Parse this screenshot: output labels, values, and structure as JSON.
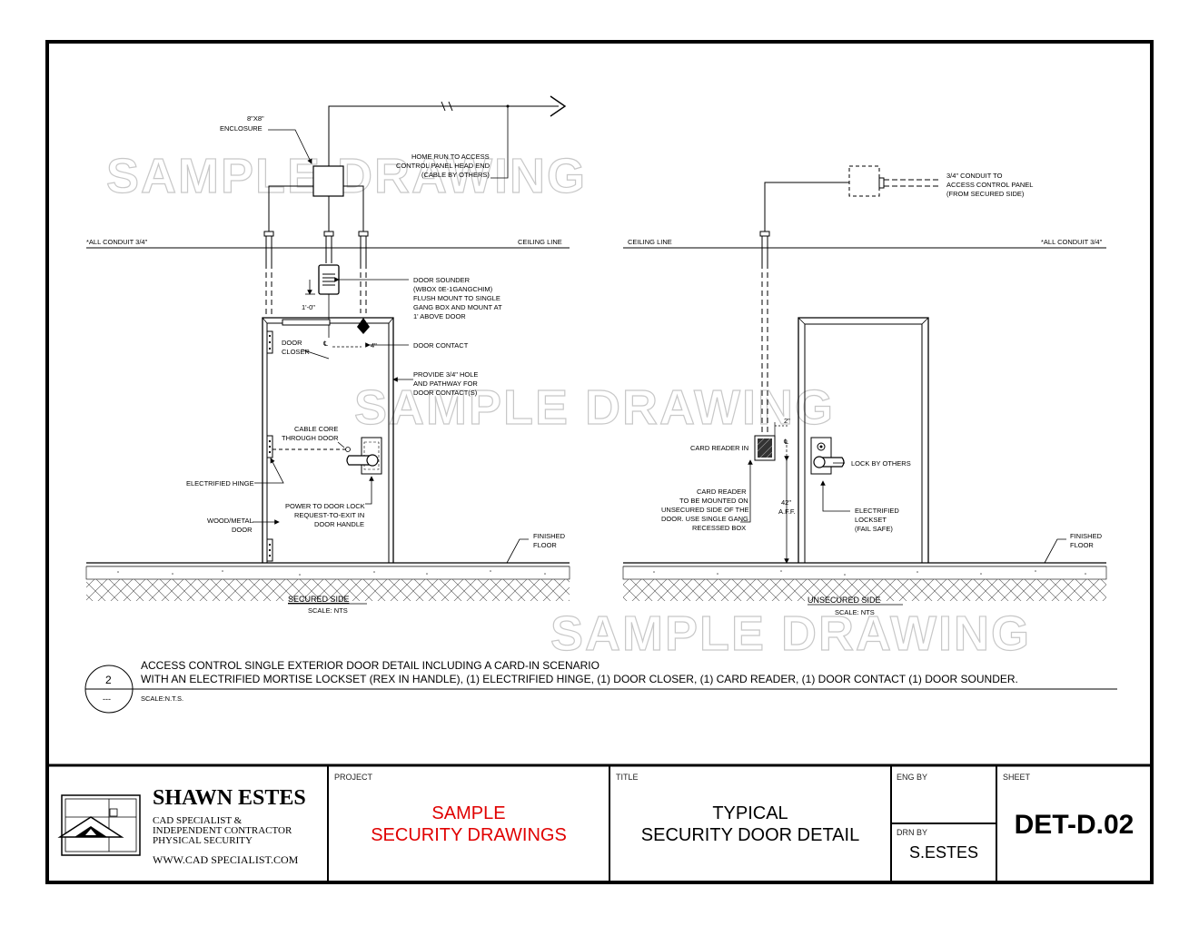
{
  "watermark": "SAMPLE DRAWING",
  "secured": {
    "conduit_note": "*ALL CONDUIT 3/4\"",
    "ceiling_line": "CEILING LINE",
    "enclosure": [
      "8\"X8\"",
      "ENCLOSURE"
    ],
    "home_run": [
      "HOME RUN TO ACCESS",
      "CONTROL PANEL HEAD END",
      "(CABLE BY OTHERS)"
    ],
    "sounder": [
      "DOOR SOUNDER",
      "(WBOX 0E-1GANGCHIM)",
      "FLUSH MOUNT TO SINGLE",
      "GANG BOX AND MOUNT AT",
      "1' ABOVE DOOR"
    ],
    "dim_1ft": "1'-0\"",
    "dim_4in": "4\"",
    "closer": [
      "DOOR",
      "CLOSER"
    ],
    "door_contact": "DOOR CONTACT",
    "hole": [
      "PROVIDE 3/4\" HOLE",
      "AND PATHWAY FOR",
      "DOOR CONTACT(S)"
    ],
    "cable_core": [
      "CABLE CORE",
      "THROUGH DOOR"
    ],
    "hinge": "ELECTRIFIED HINGE",
    "power": [
      "POWER TO DOOR LOCK",
      "REQUEST-TO-EXIT IN",
      "DOOR HANDLE"
    ],
    "door": [
      "WOOD/METAL",
      "DOOR"
    ],
    "finished_floor": [
      "FINISHED",
      "FLOOR"
    ],
    "title": "SECURED SIDE",
    "scale": "SCALE: NTS"
  },
  "unsecured": {
    "ceiling_line": "CEILING LINE",
    "conduit_note": "*ALL CONDUIT 3/4\"",
    "conduit_to_panel": [
      "3/4\" CONDUIT TO",
      "ACCESS CONTROL PANEL",
      "(FROM SECURED SIDE)"
    ],
    "dim_2in": "2\"",
    "card_reader_in": "CARD READER IN",
    "lock_by_others": "LOCK BY OTHERS",
    "card_reader_note": [
      "CARD READER",
      "TO BE MOUNTED ON",
      "UNSECURED SIDE OF THE",
      "DOOR. USE SINGLE GANG",
      "RECESSED BOX"
    ],
    "dim_42": [
      "42\"",
      "A.F.F."
    ],
    "lockset": [
      "ELECTRIFIED",
      "LOCKSET",
      "(FAIL SAFE)"
    ],
    "finished_floor": [
      "FINISHED",
      "FLOOR"
    ],
    "title": "UNSECURED SIDE",
    "scale": "SCALE: NTS"
  },
  "detail": {
    "number": "2",
    "sheet_ref": "---",
    "line1": "ACCESS CONTROL SINGLE EXTERIOR DOOR DETAIL INCLUDING A CARD-IN SCENARIO",
    "line2": "WITH AN ELECTRIFIED MORTISE LOCKSET (REX IN HANDLE), (1) ELECTRIFIED HINGE, (1) DOOR CLOSER, (1) CARD READER, (1) DOOR CONTACT (1) DOOR SOUNDER.",
    "scale": "SCALE:N.T.S."
  },
  "titleblock": {
    "firm_name": "SHAWN ESTES",
    "firm_lines": [
      "CAD SPECIALIST &",
      "INDEPENDENT CONTRACTOR",
      "PHYSICAL SECURITY"
    ],
    "website": "WWW.CAD SPECIALIST.COM",
    "project_label": "PROJECT",
    "project_lines": [
      "SAMPLE",
      "SECURITY DRAWINGS"
    ],
    "title_label": "TITLE",
    "title_lines": [
      "TYPICAL",
      "SECURITY DOOR DETAIL"
    ],
    "eng_label": "ENG BY",
    "eng_value": "",
    "drn_label": "DRN BY",
    "drn_value": "S.ESTES",
    "sheet_label": "SHEET",
    "sheet_value": "DET-D.02",
    "colors": {
      "project_text": "#e00000",
      "line": "#000000"
    }
  }
}
